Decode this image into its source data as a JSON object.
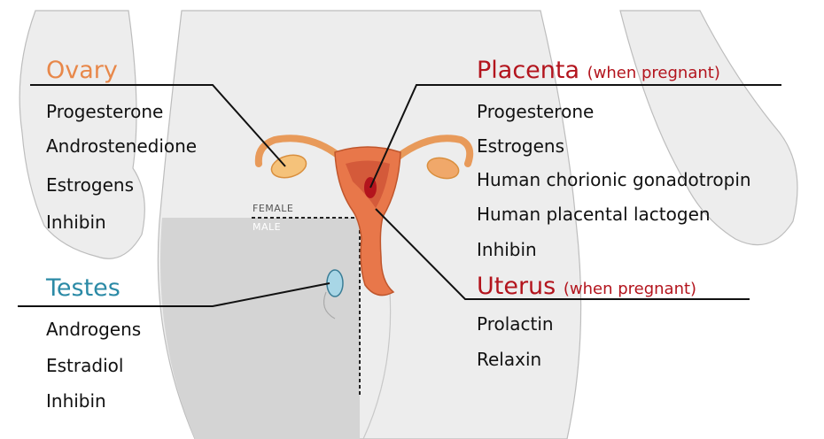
{
  "ovary": {
    "title": "Ovary",
    "hormones": [
      "Progesterone",
      "Androstenedione",
      "Estrogens",
      "Inhibin"
    ]
  },
  "testes": {
    "title": "Testes",
    "hormones": [
      "Androgens",
      "Estradiol",
      "Inhibin"
    ]
  },
  "placenta": {
    "title": "Placenta",
    "qualifier": "(when pregnant)",
    "hormones": [
      "Progesterone",
      "Estrogens",
      "Human chorionic gonadotropin",
      "Human placental lactogen",
      "Inhibin"
    ]
  },
  "uterus": {
    "title": "Uterus",
    "qualifier": "(when pregnant)",
    "hormones": [
      "Prolactin",
      "Relaxin"
    ]
  },
  "divider": {
    "female_label": "FEMALE",
    "male_label": "MALE"
  },
  "colors": {
    "ovary_title": "#e8884a",
    "testes_title": "#2b8aa6",
    "placenta_title": "#b3141d",
    "uterus_title": "#b3141d",
    "body_fill": "#ededed",
    "male_region_fill": "#d4d4d4"
  }
}
